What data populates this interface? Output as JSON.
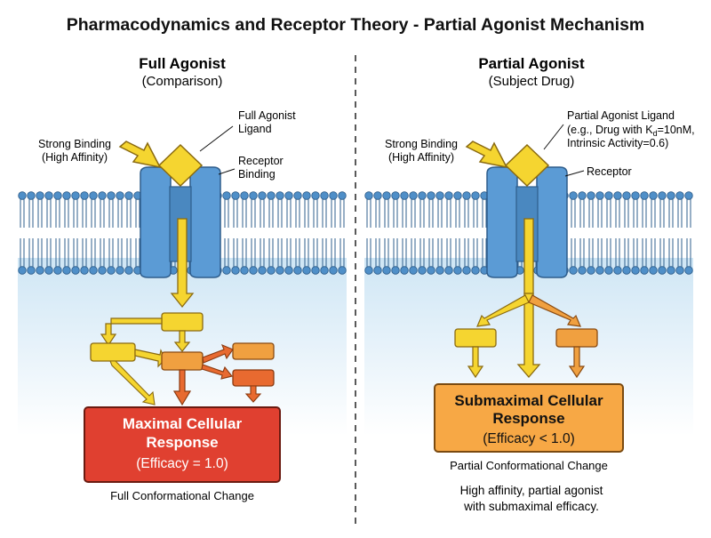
{
  "title": "Pharmacodynamics and Receptor Theory - Partial Agonist Mechanism",
  "left": {
    "heading": "Full Agonist",
    "subheading": "(Comparison)",
    "binding_label_1": "Strong Binding",
    "binding_label_2": "(High Affinity)",
    "ligand_label_1": "Full Agonist",
    "ligand_label_2": "Ligand",
    "receptor_label_1": "Receptor",
    "receptor_label_2": "Binding",
    "response_title_1": "Maximal Cellular",
    "response_title_2": "Response",
    "response_efficacy": "(Efficacy = 1.0)",
    "caption": "Full Conformational Change"
  },
  "right": {
    "heading": "Partial Agonist",
    "subheading": "(Subject Drug)",
    "binding_label_1": "Strong Binding",
    "binding_label_2": "(High Affinity)",
    "ligand_label_1": "Partial Agonist Ligand",
    "ligand_label_2a": "(e.g., Drug with K",
    "ligand_label_2_sub": "d",
    "ligand_label_2b": "=10nM,",
    "ligand_label_3": "Intrinsic Activity=0.6)",
    "receptor_label": "Receptor",
    "response_title_1": "Submaximal Cellular",
    "response_title_2": "Response",
    "response_efficacy": "(Efficacy < 1.0)",
    "caption_1": "Partial Conformational Change",
    "caption_2": "High affinity, partial agonist",
    "caption_3": "with submaximal efficacy."
  },
  "colors": {
    "membrane_head": "#4f8fc8",
    "receptor": "#5b9bd5",
    "ligand": "#f5d530",
    "arrow_yellow": "#f5d530",
    "box_orange": "#f0a040",
    "box_red_orange": "#e86a30",
    "maximal_red": "#e04030",
    "submaximal_orange": "#f7a845"
  }
}
